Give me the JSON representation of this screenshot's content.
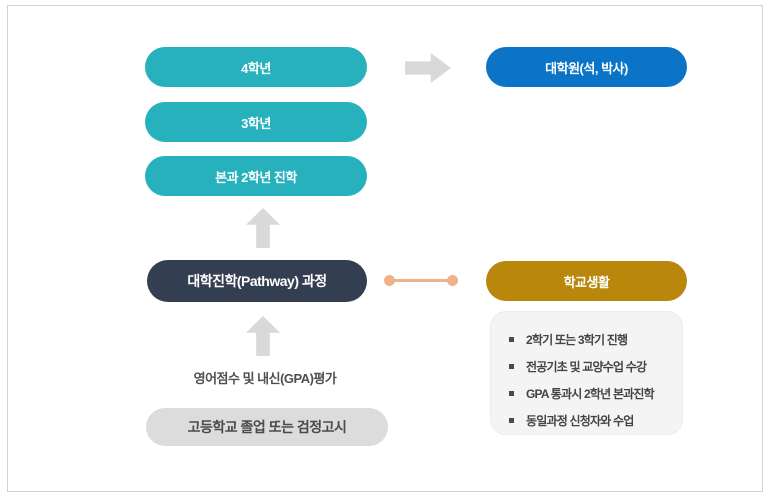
{
  "diagram": {
    "flow": {
      "year4_label": "4학년",
      "year3_label": "3학년",
      "year2_label": "본과 2학년 진학",
      "pathway_label": "대학진학(Pathway) 과정",
      "graduate_label": "대학원(석, 박사)",
      "school_life_label": "학교생활",
      "evaluation_label": "영어점수 및 내신(GPA)평가",
      "highschool_label": "고등학교 졸업 또는 검정고시"
    },
    "school_life_items": [
      "2학기 또는 3학기 진행",
      "전공기초 및 교양수업 수강",
      "GPA 통과시 2학년 본과진학",
      "동일과정 신청자와 수업"
    ],
    "colors": {
      "teal": "#27b1bd",
      "blue": "#0b74c6",
      "navy": "#333e50",
      "gold": "#b8870b",
      "gray_pill": "#dcdcdc",
      "arrow_gray": "#d9d9d9",
      "connector_peach": "#f0b289",
      "info_box_bg": "#f4f4f4"
    }
  }
}
